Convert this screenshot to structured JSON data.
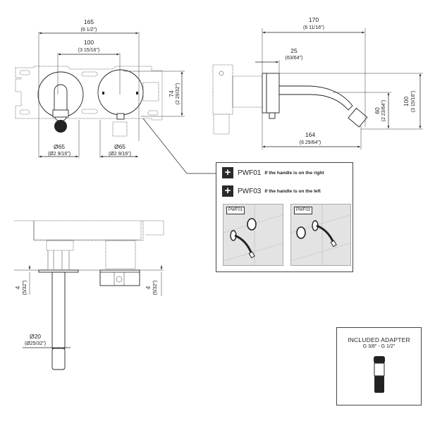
{
  "front_view": {
    "overall_width": {
      "mm": "165",
      "in": "(6 1/2\")"
    },
    "centers": {
      "mm": "100",
      "in": "(3 15/16\")"
    },
    "height": {
      "mm": "74",
      "in": "(2 29/32\")"
    },
    "left_diameter": {
      "mm": "Ø65",
      "in": "(Ø2 9/16\")"
    },
    "right_diameter": {
      "mm": "Ø65",
      "in": "(Ø2 9/16\")"
    }
  },
  "side_view": {
    "overall_length": {
      "mm": "170",
      "in": "(6 11/16\")"
    },
    "plate_depth": {
      "mm": "25",
      "in": "(63/64\")"
    },
    "spout_reach": {
      "mm": "164",
      "in": "(6 29/64\")"
    },
    "outlet_drop": {
      "mm": "60",
      "in": "(2 23/64\")"
    },
    "overall_height": {
      "mm": "100",
      "in": "(3 15/16\")"
    }
  },
  "top_view": {
    "left_offset": {
      "mm": "4",
      "in": "(5/32\")"
    },
    "right_offset": {
      "mm": "4",
      "in": "(5/32\")"
    },
    "spout_diameter": {
      "mm": "Ø20",
      "in": "(Ø25/32\")"
    }
  },
  "options_panel": {
    "options": [
      {
        "icon": "plus-icon",
        "code": "PWF01",
        "description": "If the handle is on the right"
      },
      {
        "icon": "plus-icon",
        "code": "PWF03",
        "description": "If the handle is on the left"
      }
    ],
    "thumbnails": [
      {
        "label": "PWF01"
      },
      {
        "label": "PWF03"
      }
    ]
  },
  "adapter_box": {
    "title": "INCLUDED ADAPTER",
    "subtitle": "G 3/8\" - G 1/2\""
  }
}
